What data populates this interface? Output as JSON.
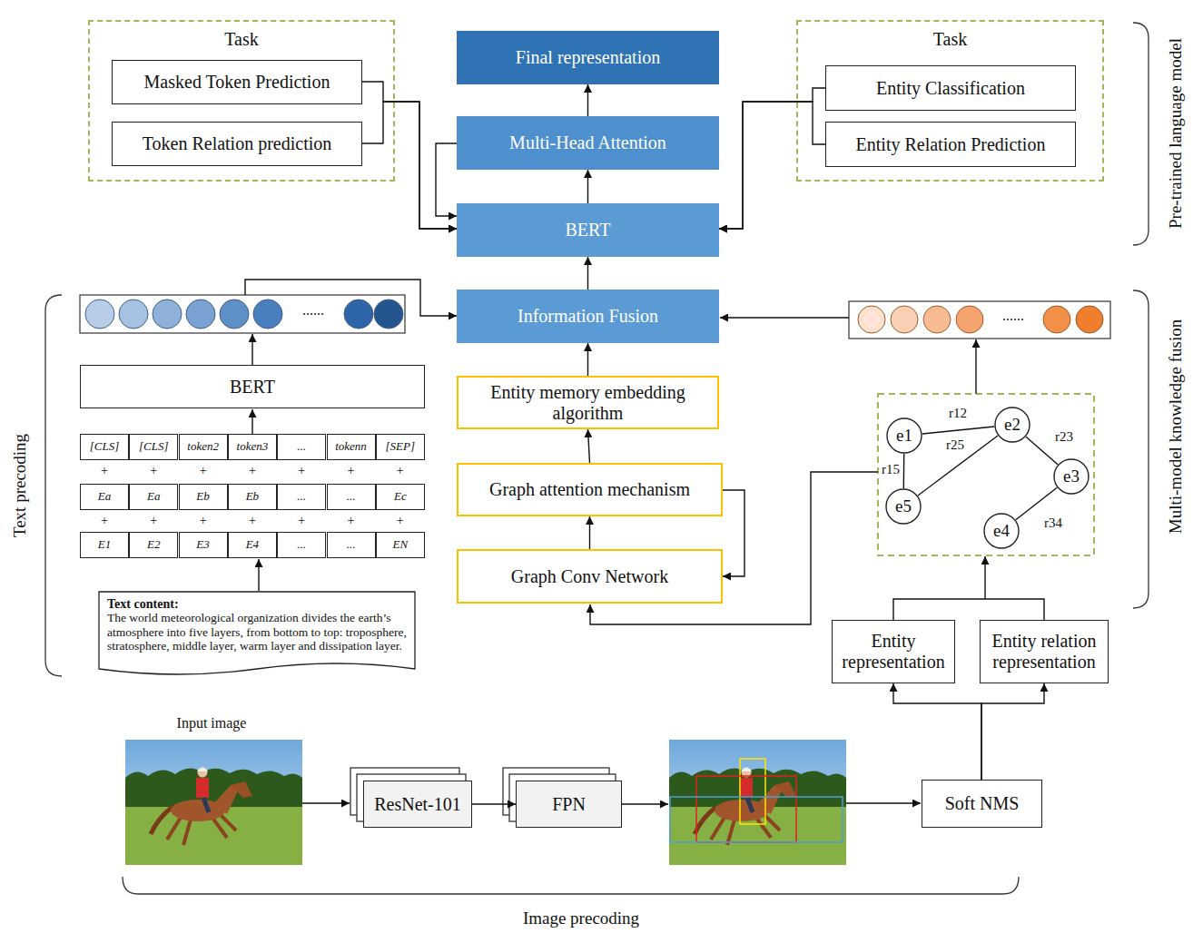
{
  "diagram": {
    "nodes": [
      {
        "text": [
          "Task"
        ]
      },
      {
        "text": [
          "Masked Token Prediction"
        ],
        "in": 0
      },
      {
        "text": [
          "Token Relation prediction"
        ],
        "in": 0
      },
      {
        "text": [
          "Final representation"
        ]
      },
      {
        "text": [
          "Task"
        ]
      },
      {
        "text": [
          "Entity Classification"
        ],
        "in": 4
      },
      {
        "text": [
          "Entity Relation Prediction"
        ],
        "in": 4
      },
      {
        "text": [
          "Multi-Head Attention"
        ]
      },
      {
        "text": [
          "BERT"
        ]
      },
      {
        "text": [
          "Information Fusion"
        ]
      },
      {
        "text": [
          "BERT"
        ]
      },
      {
        "text": [
          "[CLS]"
        ]
      },
      {
        "text": [
          "[CLS]"
        ]
      },
      {
        "text": [
          "token2"
        ]
      },
      {
        "text": [
          "token3"
        ]
      },
      {
        "text": [
          "..."
        ]
      },
      {
        "text": [
          "tokenn"
        ]
      },
      {
        "text": [
          "[SEP]"
        ]
      },
      {
        "text": [
          "Ea"
        ]
      },
      {
        "text": [
          "Ea"
        ]
      },
      {
        "text": [
          "Eb"
        ]
      },
      {
        "text": [
          "Eb"
        ]
      },
      {
        "text": [
          "..."
        ]
      },
      {
        "text": [
          "..."
        ]
      },
      {
        "text": [
          "Ec"
        ]
      },
      {
        "text": [
          "E1"
        ]
      },
      {
        "text": [
          "E2"
        ]
      },
      {
        "text": [
          "E3"
        ]
      },
      {
        "text": [
          "E4"
        ]
      },
      {
        "text": [
          "..."
        ]
      },
      {
        "text": [
          "..."
        ]
      },
      {
        "text": [
          "EN"
        ]
      },
      {
        "text": [
          "Entity memory embedding algorithm"
        ]
      },
      {
        "text": [
          "Graph attention mechanism"
        ]
      },
      {
        "text": [
          "Graph Conv Network"
        ]
      },
      {
        "text": [
          "Text content:",
          "The world meteorological organization divides the earth’s atmosphere into five layers, from bottom to top: troposphere, stratosphere, middle layer, warm layer and dissipation layer."
        ]
      },
      {
        "text": [
          "e1"
        ]
      },
      {
        "text": [
          "e2"
        ]
      },
      {
        "text": [
          "e3"
        ]
      },
      {
        "text": [
          "e5"
        ]
      },
      {
        "text": [
          "e4"
        ]
      },
      {
        "text": [
          "Entity representation"
        ]
      },
      {
        "text": [
          "Entity relation representation"
        ]
      },
      {
        "text": [
          "ResNet-101"
        ]
      },
      {
        "text": [
          "FPN"
        ]
      },
      {
        "text": [
          "Soft NMS"
        ]
      }
    ],
    "edges": [
      {
        "from": 7,
        "to": 3,
        "arrow": "to"
      },
      {
        "from": 8,
        "to": 7,
        "arrow": "to"
      },
      {
        "from": 7,
        "to": 8,
        "arrow": "to"
      },
      {
        "from": 1,
        "to": 8,
        "arrow": "to"
      },
      {
        "from": 2,
        "to": 8,
        "arrow": "to"
      },
      {
        "from": 5,
        "to": 8,
        "arrow": "to"
      },
      {
        "from": 6,
        "to": 8,
        "arrow": "to"
      },
      {
        "from": 9,
        "to": 8,
        "arrow": "to"
      },
      {
        "from": 32,
        "to": 9,
        "arrow": "to"
      },
      {
        "from": 33,
        "to": 32,
        "arrow": "to"
      },
      {
        "from": 34,
        "to": 33,
        "arrow": "to"
      },
      {
        "from": 33,
        "to": 34,
        "arrow": "to"
      },
      {
        "from": 36,
        "to": 37,
        "label": "r12",
        "arrow": "none"
      },
      {
        "from": 37,
        "to": 38,
        "label": "r23",
        "arrow": "none"
      },
      {
        "from": 36,
        "to": 39,
        "label": "r15",
        "arrow": "none"
      },
      {
        "from": 39,
        "to": 37,
        "label": "r25",
        "arrow": "none"
      },
      {
        "from": 40,
        "to": 38,
        "label": "r34",
        "arrow": "none"
      },
      {
        "from": 45,
        "to": 41,
        "arrow": "to"
      },
      {
        "from": 45,
        "to": 42,
        "arrow": "to"
      },
      {
        "from": 43,
        "to": 44,
        "arrow": "to"
      }
    ],
    "labels": [
      "Pre-trained language model",
      "......",
      "......",
      "+",
      "+",
      "+",
      "+",
      "+",
      "+",
      "+",
      "+",
      "+",
      "+",
      "+",
      "+",
      "+",
      "+",
      "Text precoding",
      "Multi-model knowledge fusion",
      "Input image",
      "Image precoding"
    ]
  }
}
